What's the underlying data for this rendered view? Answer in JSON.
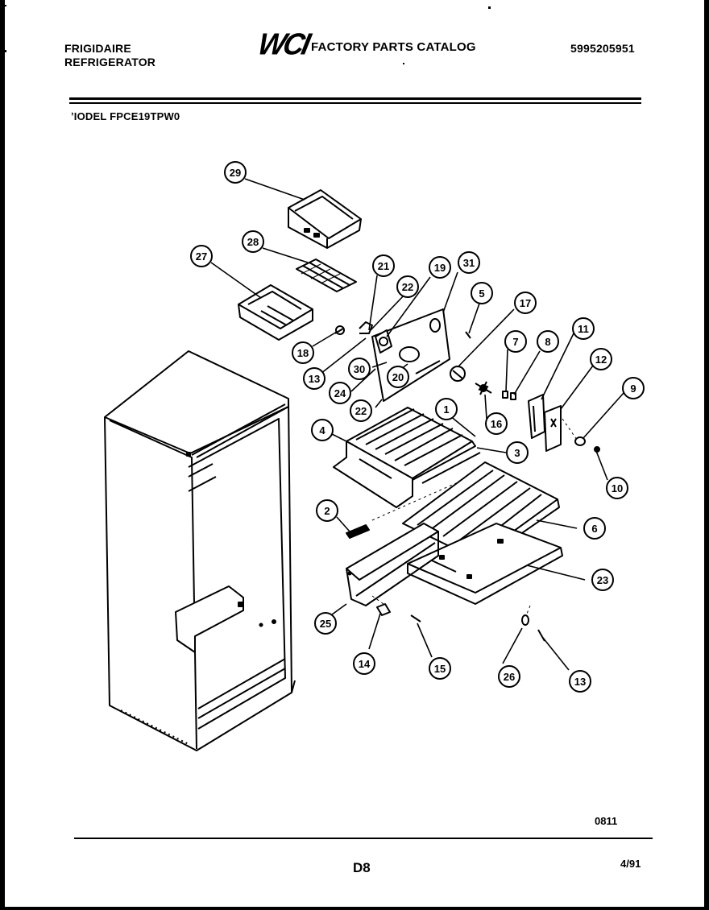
{
  "header": {
    "brand": "FRIGIDAIRE",
    "product": "REFRIGERATOR",
    "logo_text": "WCI",
    "catalog_title": "FACTORY PARTS CATALOG",
    "catalog_number": "5995205951",
    "model_line": "ʼIODEL FPCE19TPW0"
  },
  "diagram": {
    "callouts": [
      "29",
      "28",
      "27",
      "21",
      "19",
      "31",
      "22",
      "5",
      "17",
      "18",
      "13",
      "30",
      "20",
      "24",
      "22",
      "7",
      "8",
      "11",
      "12",
      "9",
      "16",
      "1",
      "4",
      "3",
      "10",
      "2",
      "6",
      "23",
      "25",
      "14",
      "15",
      "26",
      "13"
    ]
  },
  "footer": {
    "code": "0811",
    "page": "D8",
    "date": "4/91"
  }
}
